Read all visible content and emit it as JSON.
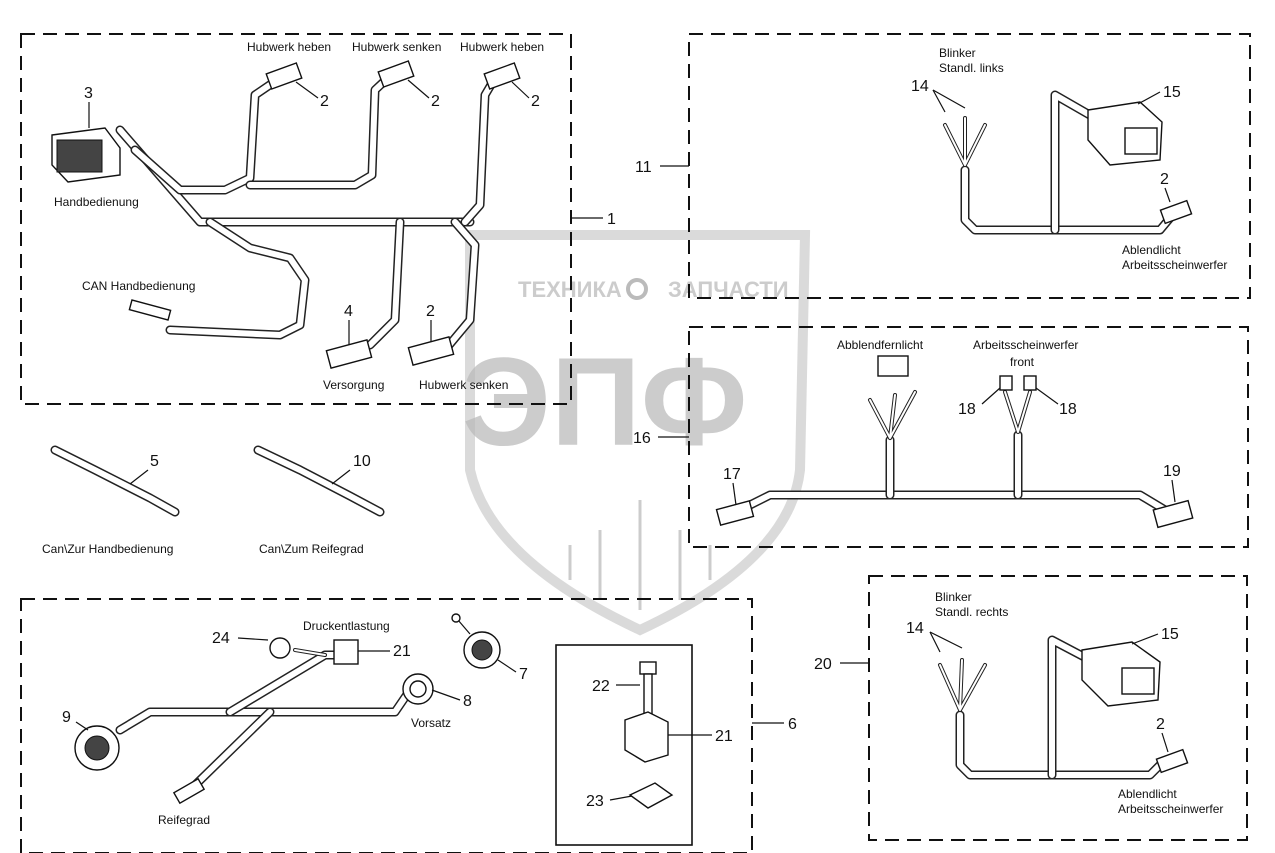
{
  "labels": {
    "handbedienung": "Handbedienung",
    "can_handbedienung": "CAN Handbedienung",
    "hubwerk_heben_1": "Hubwerk heben",
    "hubwerk_senken_1": "Hubwerk senken",
    "hubwerk_heben_2": "Hubwerk heben",
    "versorgung": "Versorgung",
    "hubwerk_senken_2": "Hubwerk senken",
    "can_zur_handbedienung": "Can\\Zur Handbedienung",
    "can_zum_reifegrad": "Can\\Zum Reifegrad",
    "blinker_links_1": "Blinker",
    "blinker_links_2": "Standl. links",
    "ablendlicht_1": "Ablendlicht",
    "arbeitsscheinwerfer_1": "Arbeitsscheinwerfer",
    "abblendfernlicht": "Abblendfernlicht",
    "arbeitsscheinwerfer_front_1": "Arbeitsscheinwerfer",
    "arbeitsscheinwerfer_front_2": "front",
    "blinker_rechts_1": "Blinker",
    "blinker_rechts_2": "Standl. rechts",
    "ablendlicht_2": "Ablendlicht",
    "arbeitsscheinwerfer_2": "Arbeitsscheinwerfer",
    "druckentlastung": "Druckentlastung",
    "vorsatz": "Vorsatz",
    "reifegrad": "Reifegrad"
  },
  "callouts": {
    "n1": "1",
    "n2a": "2",
    "n2b": "2",
    "n2c": "2",
    "n2d": "2",
    "n2e": "2",
    "n2f": "2",
    "n3": "3",
    "n4": "4",
    "n5": "5",
    "n6": "6",
    "n7": "7",
    "n8": "8",
    "n9": "9",
    "n10": "10",
    "n11": "11",
    "n14a": "14",
    "n14b": "14",
    "n15a": "15",
    "n15b": "15",
    "n16": "16",
    "n17": "17",
    "n18a": "18",
    "n18b": "18",
    "n19": "19",
    "n20": "20",
    "n21a": "21",
    "n21b": "21",
    "n22": "22",
    "n23": "23",
    "n24": "24"
  },
  "watermark": {
    "left_word": "ТЕХНИКА",
    "right_word": "ЗАПЧАСТИ",
    "logo": "ЭПФ"
  },
  "colors": {
    "line": "#111111",
    "watermark": "#bbbbbb"
  }
}
